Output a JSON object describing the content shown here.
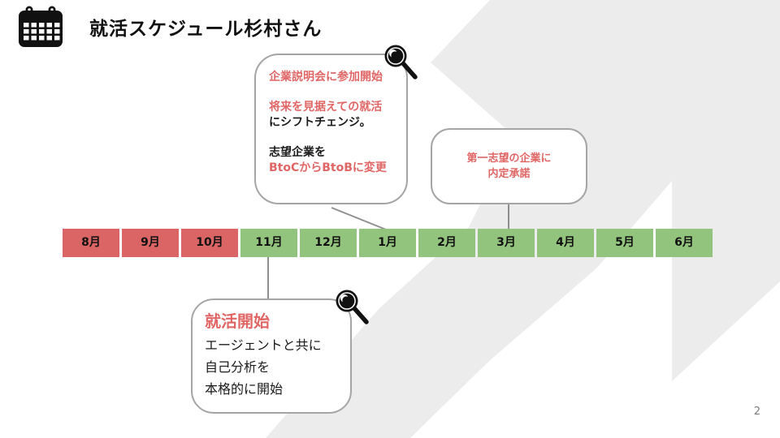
{
  "slide": {
    "title": "就活スケジュール杉村さん",
    "page_number": "2"
  },
  "timeline": {
    "months": [
      {
        "label": "8月",
        "tone": "red"
      },
      {
        "label": "9月",
        "tone": "red"
      },
      {
        "label": "10月",
        "tone": "red"
      },
      {
        "label": "11月",
        "tone": "green"
      },
      {
        "label": "12月",
        "tone": "green"
      },
      {
        "label": "1月",
        "tone": "green"
      },
      {
        "label": "2月",
        "tone": "green"
      },
      {
        "label": "3月",
        "tone": "green"
      },
      {
        "label": "4月",
        "tone": "green"
      },
      {
        "label": "5月",
        "tone": "green"
      },
      {
        "label": "6月",
        "tone": "green"
      }
    ]
  },
  "bubbles": {
    "top": {
      "lines": [
        {
          "text": "企業説明会に参加開始",
          "color": "red"
        },
        {
          "text": "将来を見据えての就活",
          "color": "red"
        },
        {
          "text": "にシフトチェンジ。",
          "color": "black"
        },
        {
          "text": "志望企業を",
          "color": "black"
        },
        {
          "text": "BtoCからBtoBに変更",
          "color": "red"
        }
      ]
    },
    "right": {
      "lines": [
        {
          "text": "第一志望の企業に",
          "color": "red"
        },
        {
          "text": "内定承諾",
          "color": "red"
        }
      ]
    },
    "bottom": {
      "heading": {
        "text": "就活開始",
        "color": "red"
      },
      "lines": [
        {
          "text": "エージェントと共に",
          "color": "black"
        },
        {
          "text": "自己分析を",
          "color": "black"
        },
        {
          "text": "本格的に開始",
          "color": "black"
        }
      ]
    }
  },
  "icons": {
    "calendar": "calendar-icon",
    "magnifier": "magnifier-icon"
  },
  "colors": {
    "accent_red": "#e06666",
    "cell_red": "#db6565",
    "cell_green": "#93c47d",
    "background_gray": "#ececec",
    "border_gray": "#a5a5a5",
    "connector_gray": "#8f8f8f"
  }
}
